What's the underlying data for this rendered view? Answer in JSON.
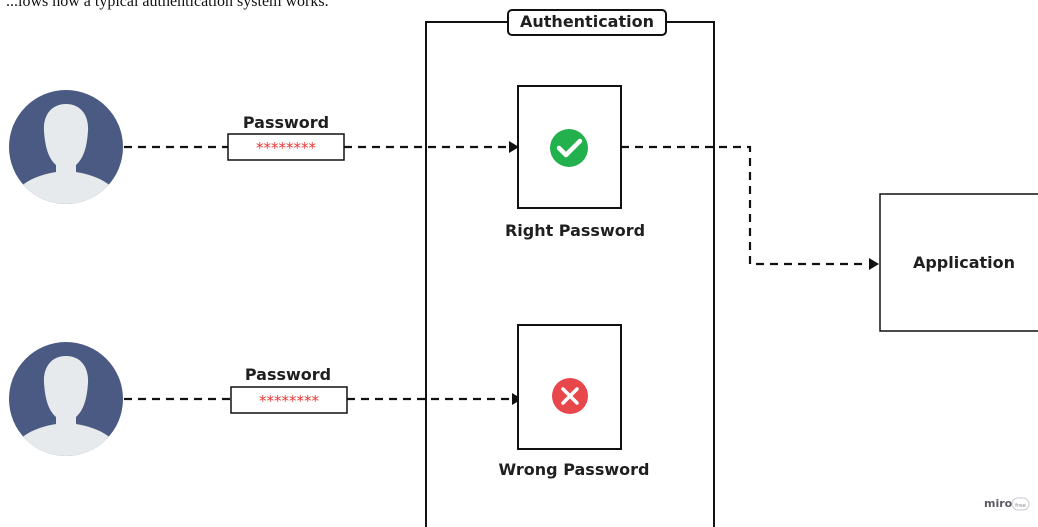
{
  "caption": "...lows how a typical authentication system works.",
  "auth_label": "Authentication",
  "users": [
    {
      "password_label": "Password",
      "password_value": "********"
    },
    {
      "password_label": "Password",
      "password_value": "********"
    }
  ],
  "outcomes": [
    {
      "label": "Right Password",
      "status": "check-icon",
      "color": "#22b14c"
    },
    {
      "label": "Wrong Password",
      "status": "x-icon",
      "color": "#e8474c"
    }
  ],
  "app_label": "Application",
  "watermark": {
    "brand": "miro",
    "tier": "free"
  },
  "colors": {
    "avatar_circle": "#4a5a82",
    "avatar_figure": "#e6eaed",
    "line": "#111111"
  }
}
